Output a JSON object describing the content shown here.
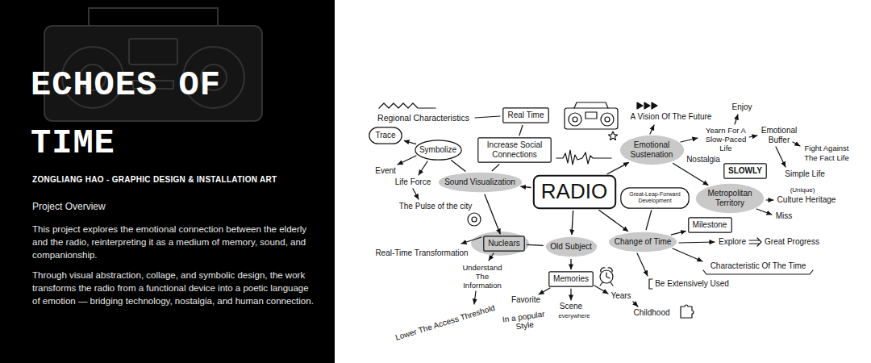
{
  "diagram": {
    "title": "ECHOES OF TIME",
    "nodes": [
      {
        "text": [
          "Real Time"
        ]
      },
      {
        "text": [
          "Trace"
        ]
      },
      {
        "text": [
          "Symbolize"
        ]
      },
      {
        "text": [
          "Increase Social Connections"
        ]
      },
      {
        "text": [
          "Emotional Sustenation"
        ]
      },
      {
        "text": [
          "SLOWLY"
        ]
      },
      {
        "text": [
          "Sound Visualization"
        ]
      },
      {
        "text": [
          "RADIO"
        ]
      },
      {
        "text": [
          "Great-Leap-Forward Development"
        ]
      },
      {
        "text": [
          "Metropolitan Territory"
        ]
      },
      {
        "text": [
          "Milestone"
        ]
      },
      {
        "text": [
          "Change of Time"
        ]
      },
      {
        "text": [
          "Nuclears"
        ]
      },
      {
        "text": [
          "Old Subject"
        ]
      },
      {
        "text": [
          "Memories"
        ]
      }
    ],
    "edges": [
      {
        "from": 7,
        "to": 6,
        "arrow": "to"
      },
      {
        "from": 6,
        "to": 3,
        "arrow": "none"
      },
      {
        "from": 3,
        "to": 0,
        "arrow": "none"
      },
      {
        "from": 6,
        "to": 2,
        "arrow": "none"
      },
      {
        "from": 2,
        "to": 1,
        "arrow": "to"
      },
      {
        "from": 7,
        "to": 4,
        "arrow": "to"
      },
      {
        "from": 4,
        "to": 9,
        "arrow": "to"
      },
      {
        "from": 7,
        "to": 11,
        "arrow": "to"
      },
      {
        "from": 11,
        "to": 8,
        "arrow": "none"
      },
      {
        "from": 11,
        "to": 10,
        "arrow": "to"
      },
      {
        "from": 7,
        "to": 13,
        "arrow": "to"
      },
      {
        "from": 13,
        "to": 14,
        "arrow": "to"
      },
      {
        "from": 6,
        "to": 12,
        "arrow": "to"
      },
      {
        "from": 12,
        "to": 13,
        "arrow": "none"
      }
    ],
    "labels": [
      "ZONGLIANG HAO - GRAPHIC DESIGN & INSTALLATION ART",
      "Project Overview",
      "This project explores the emotional connection between the elderly and the radio, reinterpreting it as a medium of memory, sound, and companionship.",
      "Through visual abstraction, collage, and symbolic design, the work transforms the radio from a functional device into a poetic language of emotion — bridging technology, nostalgia, and human connection.",
      "Regional Characteristics",
      "A Vision Of The Future",
      "Enjoy",
      "Yearn For A Slow-Paced Life",
      "Emotional Buffer",
      "Fight Against The Fact Life",
      "Event",
      "Nostalgia",
      "Life Force",
      "Simple Life",
      "(Unique)",
      "Culture Heritage",
      "The Pulse of the city",
      "Miss",
      "Explore",
      "Great Progress",
      "Real-Time Transformation",
      "Characteristic Of The Time",
      "Understand The Information",
      "Be Extensively Used",
      "Favorite",
      "Years",
      "Scene",
      "everywhere",
      "Childhood",
      "In a popular Style",
      "Lower The Access Threshold"
    ]
  }
}
